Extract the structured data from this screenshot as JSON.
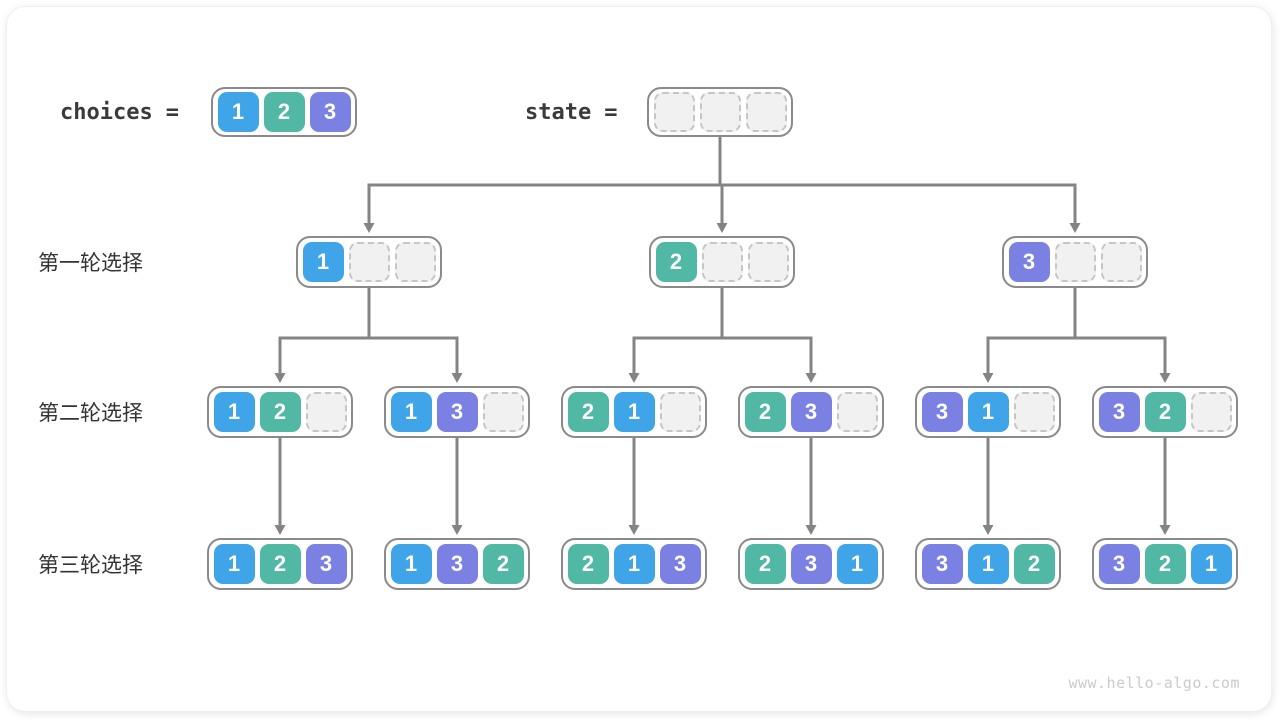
{
  "page": {
    "watermark": "www.hello-algo.com"
  },
  "colors": {
    "value1": "#3FA5E8",
    "value2": "#50B8A4",
    "value3": "#7A81E3",
    "edge": "#848484",
    "node_border": "#8a8a8a",
    "empty_cell_fill": "#f1f1f1"
  },
  "header": {
    "choices": {
      "label": "choices",
      "equals": "=",
      "values": [
        1,
        2,
        3
      ]
    },
    "state": {
      "label": "state",
      "equals": "=",
      "values": [
        null,
        null,
        null
      ]
    }
  },
  "rows": [
    {
      "label": "第一轮选择",
      "nodes": [
        [
          1,
          null,
          null
        ],
        [
          2,
          null,
          null
        ],
        [
          3,
          null,
          null
        ]
      ]
    },
    {
      "label": "第二轮选择",
      "nodes": [
        [
          1,
          2,
          null
        ],
        [
          1,
          3,
          null
        ],
        [
          2,
          1,
          null
        ],
        [
          2,
          3,
          null
        ],
        [
          3,
          1,
          null
        ],
        [
          3,
          2,
          null
        ]
      ]
    },
    {
      "label": "第三轮选择",
      "nodes": [
        [
          1,
          2,
          3
        ],
        [
          1,
          3,
          2
        ],
        [
          2,
          1,
          3
        ],
        [
          2,
          3,
          1
        ],
        [
          3,
          1,
          2
        ],
        [
          3,
          2,
          1
        ]
      ]
    }
  ]
}
